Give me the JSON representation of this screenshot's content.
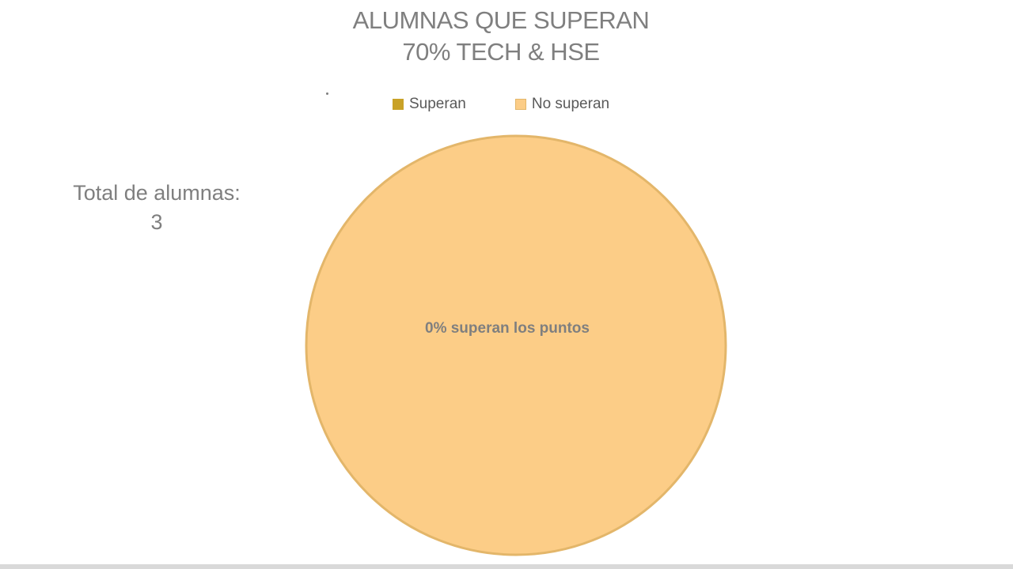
{
  "chart_data": {
    "type": "pie",
    "title": [
      "ALUMNAS QUE SUPERAN",
      "70% TECH & HSE"
    ],
    "legend": "top",
    "slices": [
      {
        "name": "Superan",
        "value": 0,
        "color": "#c9a227"
      },
      {
        "name": "No superan",
        "value": 3,
        "color": "#fccd87"
      }
    ],
    "data_label": "0% superan los puntos"
  },
  "side_note": {
    "line1": "Total de alumnas:",
    "line2": "3"
  },
  "colors": {
    "title_text": "#7f7f7f",
    "legend_text": "#595959",
    "label_text": "#7f7f7f",
    "pie_border": "#e3b66a"
  }
}
